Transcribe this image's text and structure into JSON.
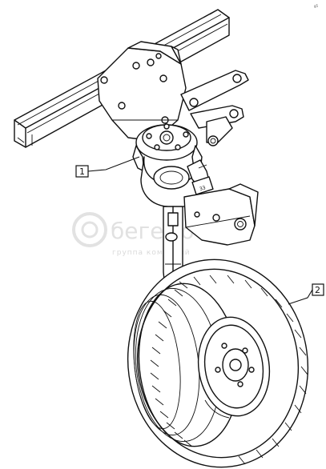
{
  "corner_code": "g5",
  "callouts": [
    {
      "label": "1"
    },
    {
      "label": "2"
    }
  ],
  "tag_text": "33",
  "watermark": {
    "text": "бегемот",
    "subtext": "группа компаний"
  }
}
